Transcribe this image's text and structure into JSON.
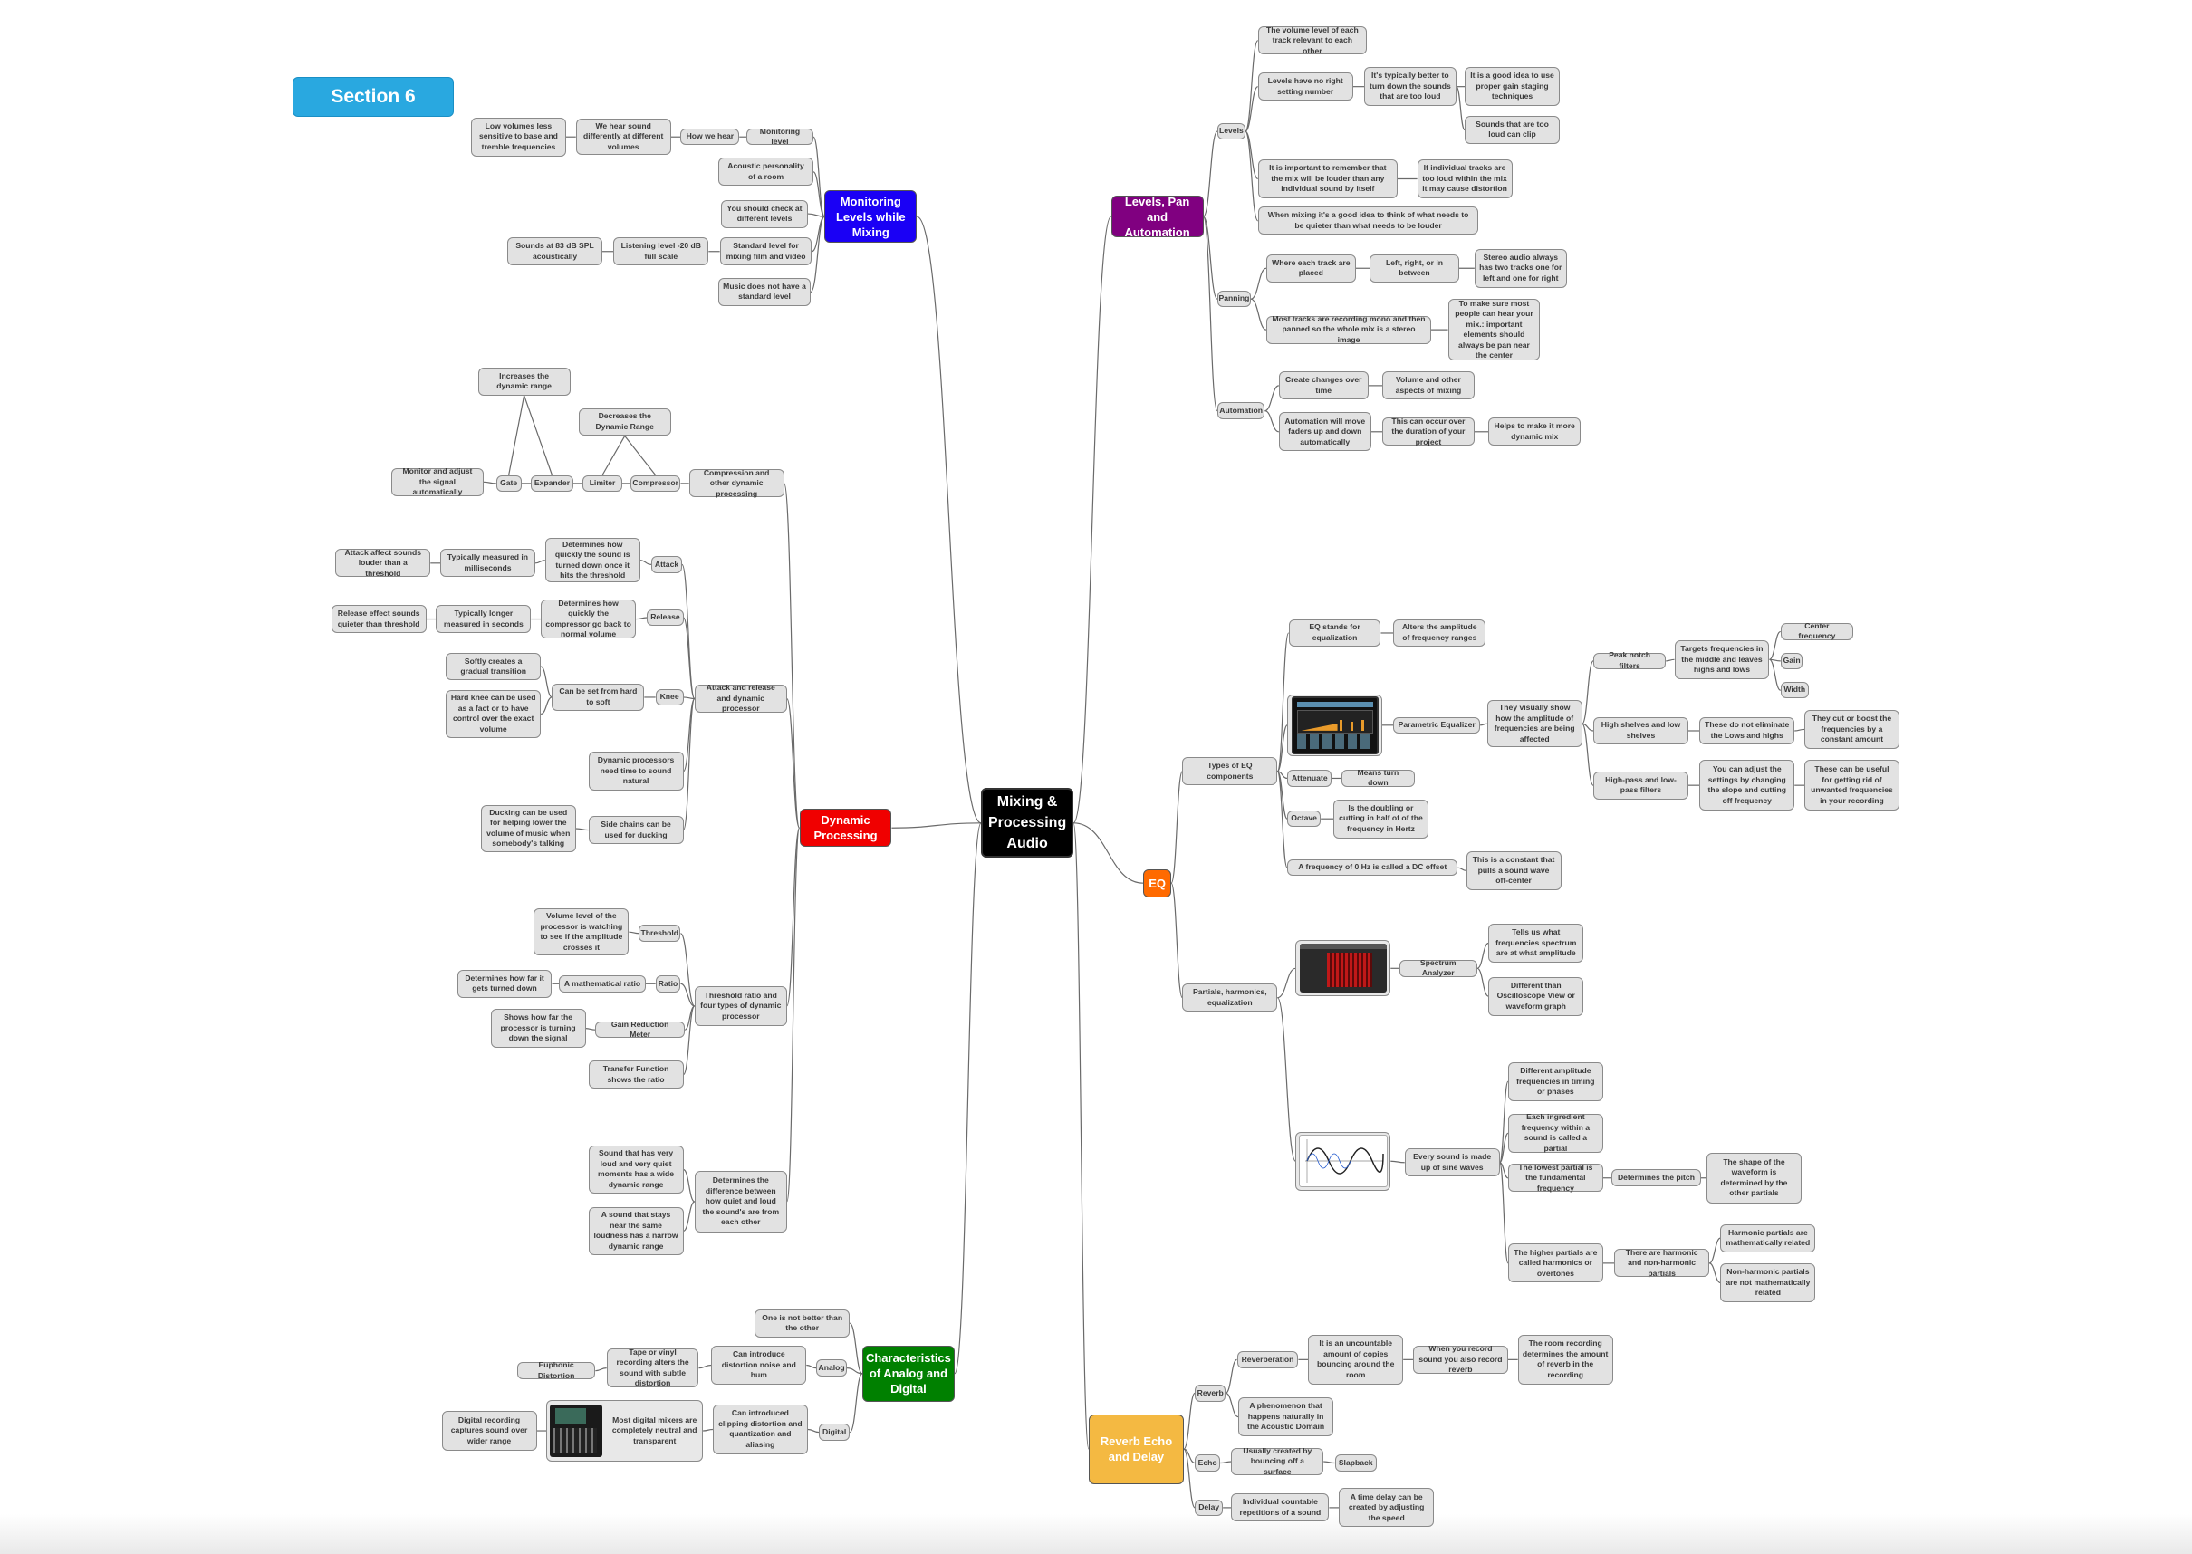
{
  "section_label": "Section 6",
  "colors": {
    "root": "#000000",
    "monitoring": "#1a00f5",
    "dynamic": "#f00000",
    "analog": "#008000",
    "levels": "#800080",
    "eq": "#ff6a00",
    "reverb": "#f4b942",
    "section": "#29a8e0"
  },
  "nodes": {
    "root": "Mixing & Processing Audio",
    "mon": "Monitoring Levels while Mixing",
    "mon_level": "Monitoring level",
    "how_hear": "How we hear",
    "hear_diff": "We hear sound differently at different volumes",
    "low_vol": "Low volumes less sensitive to base and tremble frequencies",
    "acoustic": "Acoustic personality of a room",
    "check_levels": "You should check at different levels",
    "std_level": "Standard level for mixing film and video",
    "listen_level": "Listening level -20 dB full scale",
    "spl": "Sounds at 83 dB SPL acoustically",
    "music_std": "Music does not have a standard level",
    "dyn": "Dynamic Processing",
    "comp_other": "Compression and other dynamic processing",
    "compressor": "Compressor",
    "limiter": "Limiter",
    "decreases": "Decreases the Dynamic Range",
    "expander": "Expander",
    "gate": "Gate",
    "increases": "Increases the dynamic range",
    "monitor_adj": "Monitor and adjust the signal automatically",
    "attack_release": "Attack and release and dynamic processor",
    "attack": "Attack",
    "attack_det": "Determines how quickly the sound is turned down once it hits the threshold",
    "attack_ms": "Typically measured in milliseconds",
    "attack_aff": "Attack affect sounds louder than a threshold",
    "release": "Release",
    "release_det": "Determines how quickly the compressor go back to normal volume",
    "release_sec": "Typically longer measured in seconds",
    "release_eff": "Release effect sounds quieter than threshold",
    "knee": "Knee",
    "knee_set": "Can be set from hard to soft",
    "softly": "Softly creates a gradual transition",
    "hard_knee": "Hard knee can be used as a fact or to have control over the exact volume",
    "need_time": "Dynamic processors need time to sound natural",
    "side_chain": "Side chains can be used for ducking",
    "ducking": "Ducking can be used for helping lower the volume of music when somebody's talking",
    "threshold_ratio": "Threshold ratio and four types of dynamic processor",
    "threshold": "Threshold",
    "threshold_desc": "Volume level of the processor is watching to see if the amplitude crosses it",
    "ratio": "Ratio",
    "math_ratio": "A mathematical ratio",
    "how_far": "Determines how far it gets turned down",
    "gain_red": "Gain Reduction Meter",
    "shows_far": "Shows how far the processor is turning down the signal",
    "transfer": "Transfer Function shows the ratio",
    "diff_quiet": "Determines the difference between how quiet and loud the sound's are from each other",
    "wide": "Sound that has very loud and very quiet moments has a wide dynamic range",
    "narrow": "A sound that stays near the same loudness has a narrow dynamic range",
    "analog_main": "Characteristics of Analog and Digital",
    "not_better": "One is not better than the other",
    "analog": "Analog",
    "analog_noise": "Can introduce distortion noise and hum",
    "tape": "Tape or vinyl recording alters the sound with subtle distortion",
    "euphonic": "Euphonic Distortion",
    "digital": "Digital",
    "digital_clip": "Can introduced clipping distortion and quantization and aliasing",
    "mixers": "Most digital mixers are completely neutral and transparent",
    "digital_rec": "Digital recording captures sound over wider range",
    "levels_main": "Levels, Pan and Automation",
    "levels": "Levels",
    "vol_each": "The volume level of each track relevant to each other",
    "no_right": "Levels have no right setting number",
    "turn_down": "It's typically better to turn down the sounds that are too loud",
    "gain_staging": "It is a good idea to use proper gain staging techniques",
    "clip": "Sounds that are too loud can clip",
    "louder_mix": "It is important to remember that the mix will be louder than any individual sound by itself",
    "distortion": "If individual tracks are too loud within the mix it may cause distortion",
    "quieter": "When mixing it's a good idea to think of what needs to be quieter than what needs to be louder",
    "panning": "Panning",
    "where_track": "Where each track are placed",
    "lr": "Left, right, or in between",
    "stereo": "Stereo audio always has two tracks one for left and one for right",
    "mono": "Most tracks are recording mono and then panned so the whole mix is a stereo image",
    "center": "To make sure most people can hear your mix.: important elements should always be pan near the center",
    "automation": "Automation",
    "changes": "Create changes over time",
    "volume_other": "Volume and other aspects of mixing",
    "faders": "Automation will move faders up and down automatically",
    "duration": "This can occur over the duration of your project",
    "dynamic_mix": "Helps to make it more dynamic mix",
    "eq": "EQ",
    "types_eq": "Types of EQ components",
    "eq_stands": "EQ stands for equalization",
    "alters": "Alters the amplitude of frequency ranges",
    "param_eq": "Parametric Equalizer",
    "visually": "They visually show how the amplitude of frequencies are being affected",
    "peak": "Peak notch filters",
    "targets": "Targets frequencies in the middle and leaves highs and lows",
    "center_freq": "Center frequency",
    "gain": "Gain",
    "width": "Width",
    "shelves": "High shelves and low shelves",
    "not_elim": "These do not eliminate the Lows and highs",
    "cut_boost": "They cut or boost the frequencies by a constant amount",
    "hp_lp": "High-pass and low-pass filters",
    "adjust": "You can adjust the settings by changing the slope and cutting off frequency",
    "useful": "These can be useful for getting rid of unwanted frequencies in your recording",
    "attenuate": "Attenuate",
    "turn_down2": "Means turn down",
    "octave": "Octave",
    "doubling": "Is the doubling or cutting in half of of the frequency in Hertz",
    "dc": "A frequency of 0 Hz is called a DC offset",
    "dc_desc": "This is a constant that pulls a sound wave off-center",
    "partials": "Partials, harmonics, equalization",
    "spectrum": "Spectrum Analyzer",
    "tells": "Tells us what frequencies spectrum are at what amplitude",
    "scope": "Different than Oscilloscope View or waveform graph",
    "sine": "Every sound is made up of sine waves",
    "diff_amp": "Different amplitude frequencies in timing or phases",
    "ingredient": "Each ingredient frequency within a sound is called a partial",
    "lowest": "The lowest partial is the fundamental frequency",
    "pitch": "Determines the pitch",
    "shape": "The shape of the waveform is determined by the other partials",
    "higher": "The higher partials are called harmonics or overtones",
    "harm_non": "There are harmonic and non-harmonic partials",
    "harm_rel": "Harmonic partials are mathematically related",
    "nonharm": "Non-harmonic partials are not mathematically related",
    "reverb_main": "Reverb Echo and Delay",
    "reverb": "Reverb",
    "reverberation": "Reverberation",
    "uncountable": "It is an uncountable amount of copies bouncing around the room",
    "record_reverb": "When you record sound you also record reverb",
    "room_rec": "The room recording determines the amount of reverb in the recording",
    "phenomenon": "A phenomenon that happens naturally in the Acoustic Domain",
    "echo": "Echo",
    "bouncing": "Usually created by bouncing off a surface",
    "slapback": "Slapback",
    "delay": "Delay",
    "individual": "Individual countable repetitions of a sound",
    "time_delay": "A time delay can be created by adjusting the speed"
  }
}
